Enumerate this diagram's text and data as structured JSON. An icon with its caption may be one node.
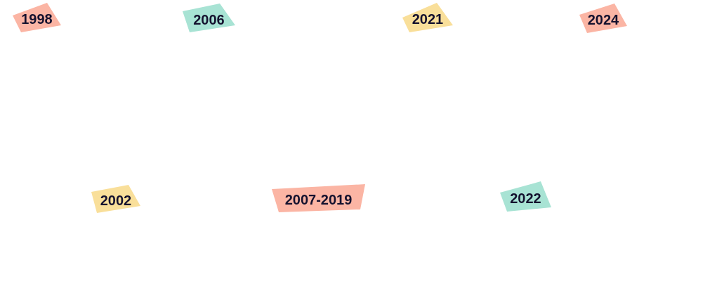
{
  "diagram": {
    "nodes": [
      {
        "text": [
          "1998"
        ]
      },
      {
        "text": [
          "2006"
        ]
      },
      {
        "text": [
          "2021"
        ]
      },
      {
        "text": [
          "2024"
        ]
      },
      {
        "text": [
          "2002"
        ]
      },
      {
        "text": [
          "2007-2019"
        ]
      },
      {
        "text": [
          "2022"
        ]
      }
    ],
    "edges": []
  }
}
